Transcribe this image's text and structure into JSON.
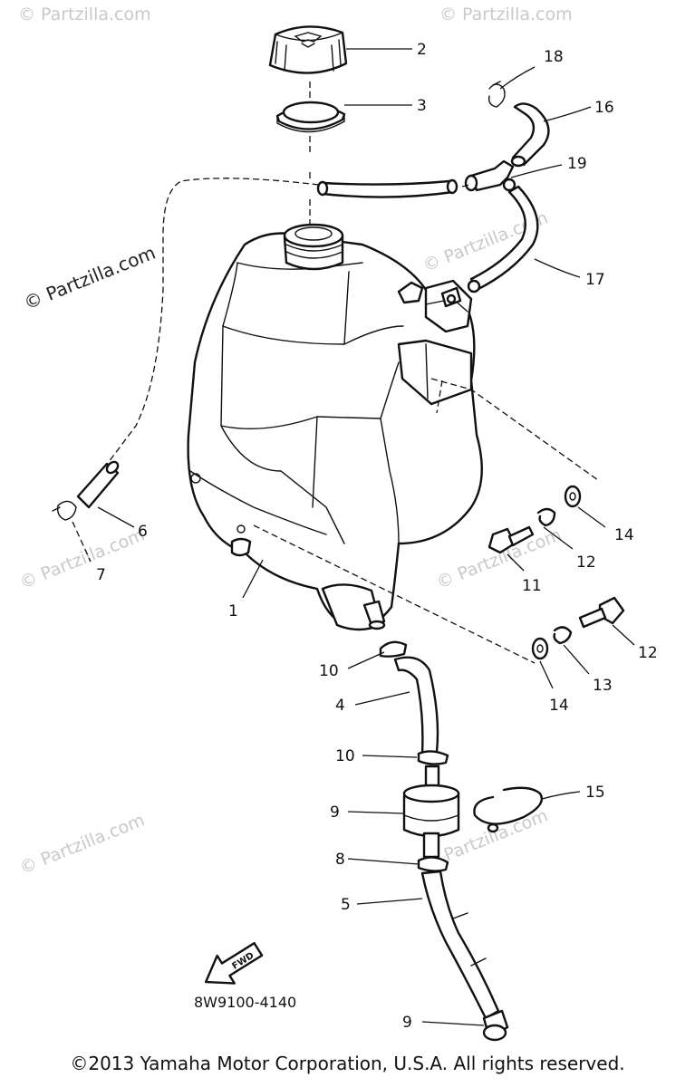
{
  "watermark": "© Partzilla.com",
  "drawing_code": "8W9100-4140",
  "arrow_label": "FWD",
  "copyright": "©2013 Yamaha Motor Corporation, U.S.A. All rights reserved.",
  "callouts": [
    "1",
    "2",
    "3",
    "4",
    "5",
    "6",
    "7",
    "8",
    "9",
    "10",
    "10",
    "11",
    "12",
    "12",
    "13",
    "13",
    "14",
    "14",
    "15",
    "16",
    "17",
    "18",
    "19"
  ]
}
